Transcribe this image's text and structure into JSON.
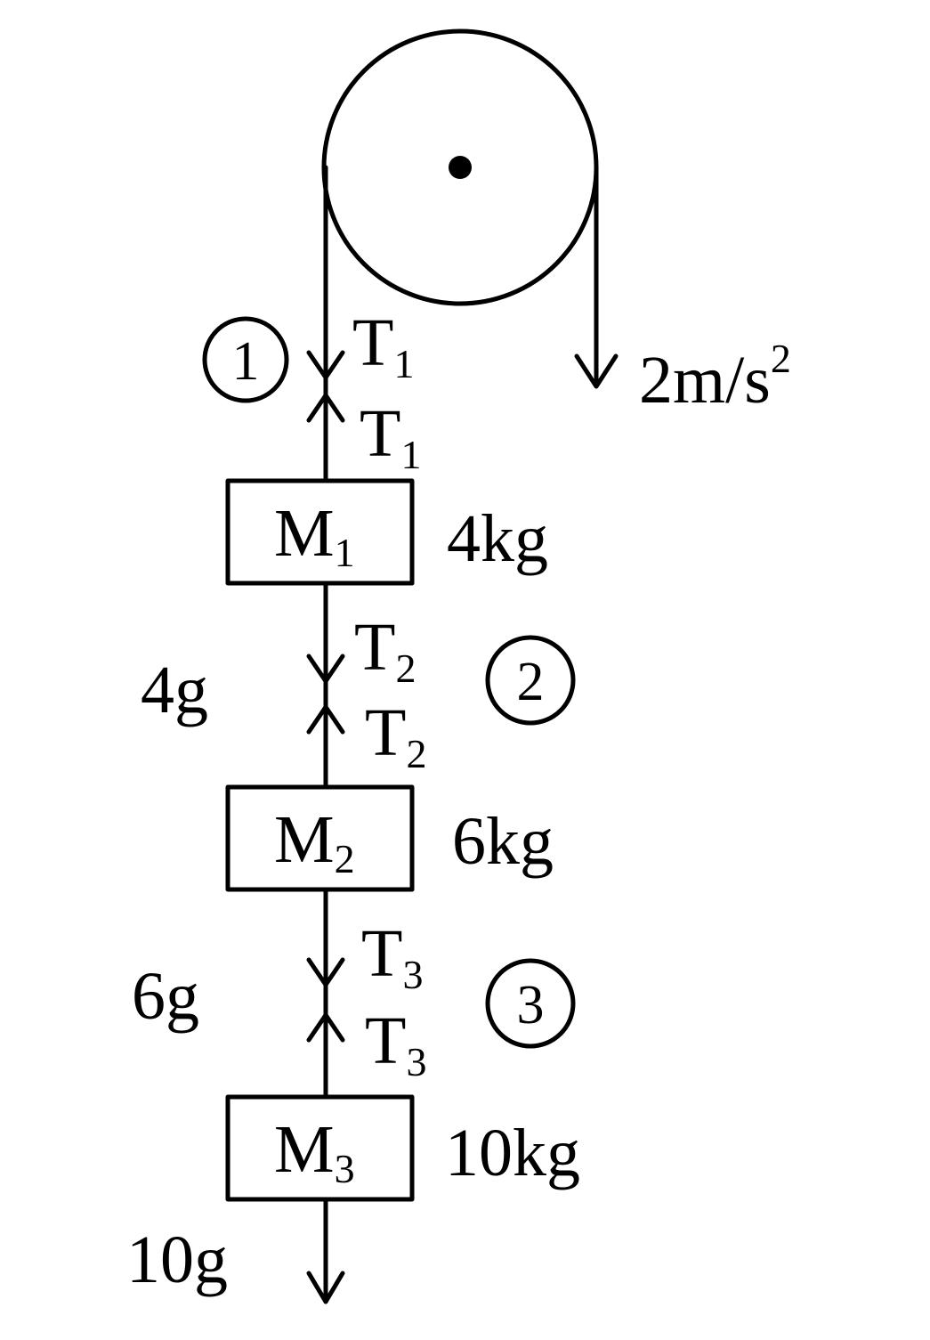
{
  "acceleration": {
    "value": "2m/s",
    "exp": "2"
  },
  "tensions": {
    "t1": {
      "letter": "T",
      "sub": "1"
    },
    "t2": {
      "letter": "T",
      "sub": "2"
    },
    "t3": {
      "letter": "T",
      "sub": "3"
    }
  },
  "masses": [
    {
      "letter": "M",
      "sub": "1",
      "mass": "4kg",
      "weight": "4g"
    },
    {
      "letter": "M",
      "sub": "2",
      "mass": "6kg",
      "weight": "6g"
    },
    {
      "letter": "M",
      "sub": "3",
      "mass": "10kg",
      "weight": "10g"
    }
  ],
  "points": [
    "1",
    "2",
    "3"
  ],
  "colors": {
    "ink": "#000000",
    "background": "#ffffff"
  }
}
